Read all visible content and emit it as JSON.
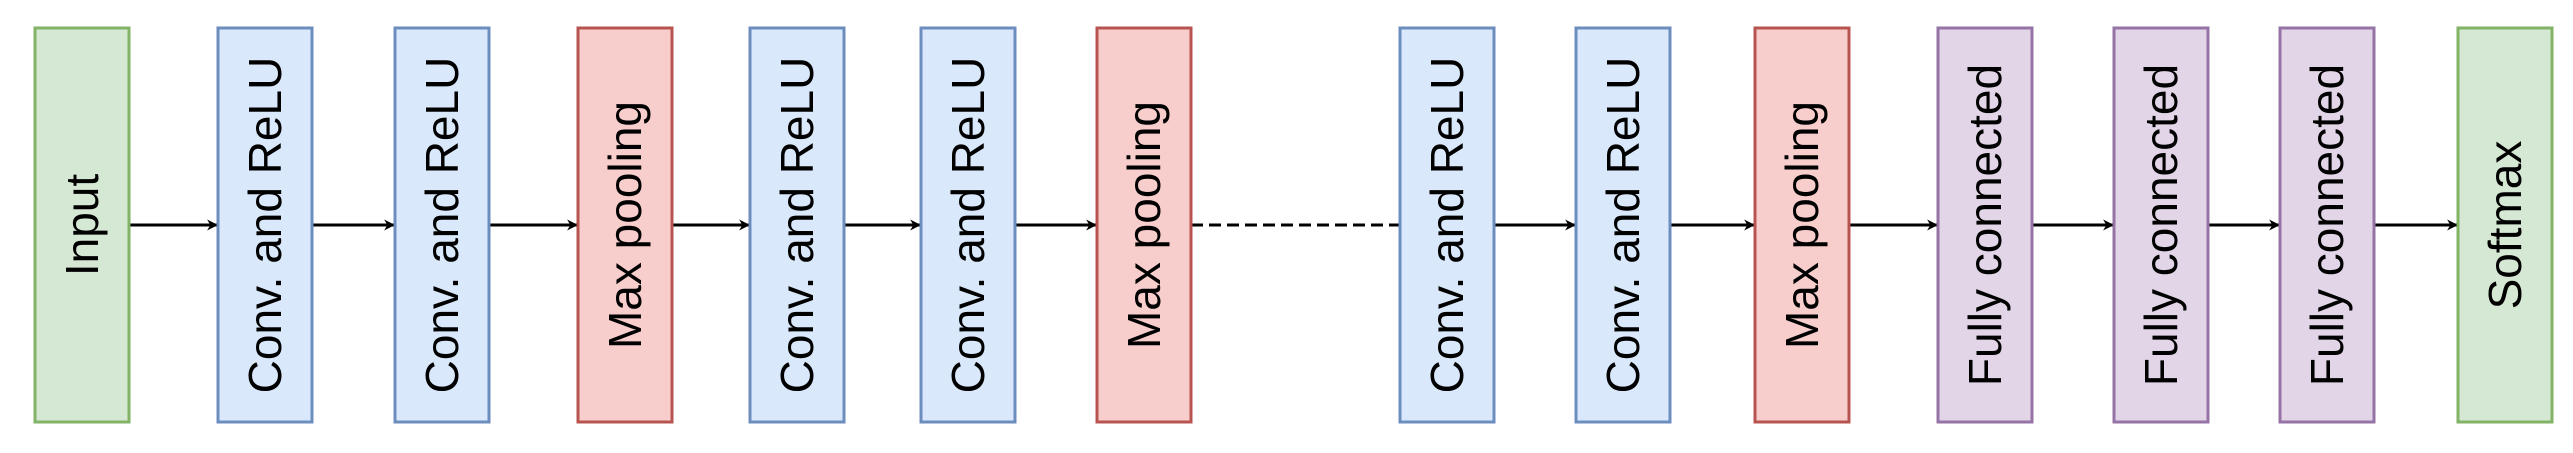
{
  "diagram": {
    "blocks": [
      {
        "id": "input",
        "label": "Input",
        "kind": "io"
      },
      {
        "id": "conv1",
        "label": "Conv. and ReLU",
        "kind": "conv"
      },
      {
        "id": "conv2",
        "label": "Conv. and ReLU",
        "kind": "conv"
      },
      {
        "id": "pool1",
        "label": "Max pooling",
        "kind": "pool"
      },
      {
        "id": "conv3",
        "label": "Conv. and ReLU",
        "kind": "conv"
      },
      {
        "id": "conv4",
        "label": "Conv. and ReLU",
        "kind": "conv"
      },
      {
        "id": "pool2",
        "label": "Max pooling",
        "kind": "pool"
      },
      {
        "id": "conv5",
        "label": "Conv. and ReLU",
        "kind": "conv"
      },
      {
        "id": "conv6",
        "label": "Conv. and ReLU",
        "kind": "conv"
      },
      {
        "id": "pool3",
        "label": "Max pooling",
        "kind": "pool"
      },
      {
        "id": "fc1",
        "label": "Fully connected",
        "kind": "fc"
      },
      {
        "id": "fc2",
        "label": "Fully connected",
        "kind": "fc"
      },
      {
        "id": "fc3",
        "label": "Fully connected",
        "kind": "fc"
      },
      {
        "id": "softmax",
        "label": "Softmax",
        "kind": "io"
      }
    ],
    "connections": [
      {
        "from": "input",
        "to": "conv1",
        "style": "arrow"
      },
      {
        "from": "conv1",
        "to": "conv2",
        "style": "arrow"
      },
      {
        "from": "conv2",
        "to": "pool1",
        "style": "arrow"
      },
      {
        "from": "pool1",
        "to": "conv3",
        "style": "arrow"
      },
      {
        "from": "conv3",
        "to": "conv4",
        "style": "arrow"
      },
      {
        "from": "conv4",
        "to": "pool2",
        "style": "arrow"
      },
      {
        "from": "pool2",
        "to": "conv5",
        "style": "dashed"
      },
      {
        "from": "conv5",
        "to": "conv6",
        "style": "arrow"
      },
      {
        "from": "conv6",
        "to": "pool3",
        "style": "arrow"
      },
      {
        "from": "pool3",
        "to": "fc1",
        "style": "arrow"
      },
      {
        "from": "fc1",
        "to": "fc2",
        "style": "arrow"
      },
      {
        "from": "fc2",
        "to": "fc3",
        "style": "arrow"
      },
      {
        "from": "fc3",
        "to": "softmax",
        "style": "arrow"
      }
    ],
    "colors": {
      "io": {
        "fill": "#d5e8d4",
        "stroke": "#82b366"
      },
      "conv": {
        "fill": "#dae8fc",
        "stroke": "#6c8ebf"
      },
      "pool": {
        "fill": "#f8cecc",
        "stroke": "#b85450"
      },
      "fc": {
        "fill": "#e1d5e7",
        "stroke": "#9673a6"
      },
      "connector": "#000000"
    }
  }
}
